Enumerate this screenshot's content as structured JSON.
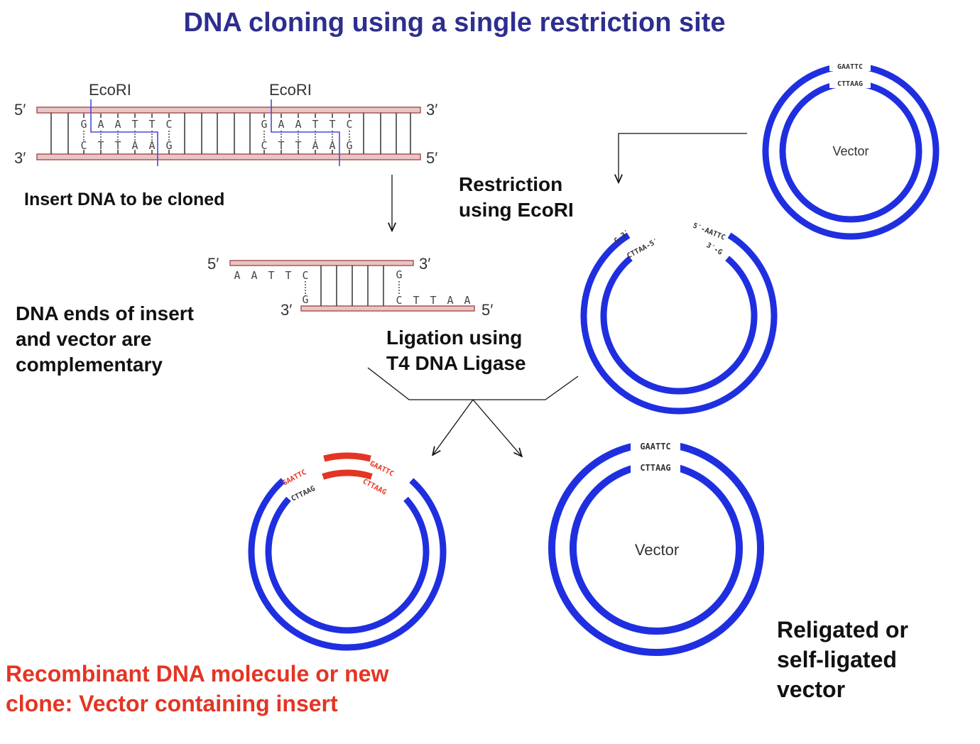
{
  "title": "DNA cloning using a single restriction site",
  "insert": {
    "enzyme_left": "EcoRI",
    "enzyme_right": "EcoRI",
    "end_top_left": "5′",
    "end_top_right": "3′",
    "end_bottom_left": "3′",
    "end_bottom_right": "5′",
    "site_top": [
      "G",
      "A",
      "A",
      "T",
      "T",
      "C"
    ],
    "site_bottom": [
      "C",
      "T",
      "T",
      "A",
      "A",
      "G"
    ],
    "caption": "Insert DNA to be cloned"
  },
  "fragment": {
    "end_top_left": "5′",
    "end_top_right": "3′",
    "end_bottom_left": "3′",
    "end_bottom_right": "5′",
    "overhang_top": [
      "A",
      "A",
      "T",
      "T",
      "C"
    ],
    "overhang_bottom": [
      "C",
      "T",
      "T",
      "A",
      "A"
    ],
    "inner_top_right": "G",
    "inner_bottom_left": "G"
  },
  "labels": {
    "complementary_line1": "DNA ends of insert",
    "complementary_line2": "and vector are",
    "complementary_line3": "complementary",
    "restriction_line1": "Restriction",
    "restriction_line2": "using EcoRI",
    "ligation_line1": "Ligation using",
    "ligation_line2": "T4 DNA Ligase",
    "recombinant_line1": "Recombinant DNA molecule or new",
    "recombinant_line2": "clone: Vector containing insert",
    "religated_line1": "Religated or",
    "religated_line2": "self-ligated",
    "religated_line3": "vector"
  },
  "vector_top": {
    "label": "Vector",
    "site_outer": "GAATTC",
    "site_inner": "CTTAAG"
  },
  "vector_cut": {
    "left_outer": "G-3′",
    "left_inner": "CTTAA-5′",
    "right_outer": "5′-AATTC",
    "right_inner": "3′-G"
  },
  "recombinant": {
    "left_outer": "GAATTC",
    "left_inner": "CTTAAG",
    "right_outer": "GAATTC",
    "right_inner": "CTTAAG"
  },
  "vector_religated": {
    "label": "Vector",
    "site_outer": "GAATTC",
    "site_inner": "CTTAAG"
  },
  "colors": {
    "title": "#2e2e8f",
    "ring": "#1f2fe0",
    "insert": "#e33524",
    "strand": "#e9c5c5"
  }
}
